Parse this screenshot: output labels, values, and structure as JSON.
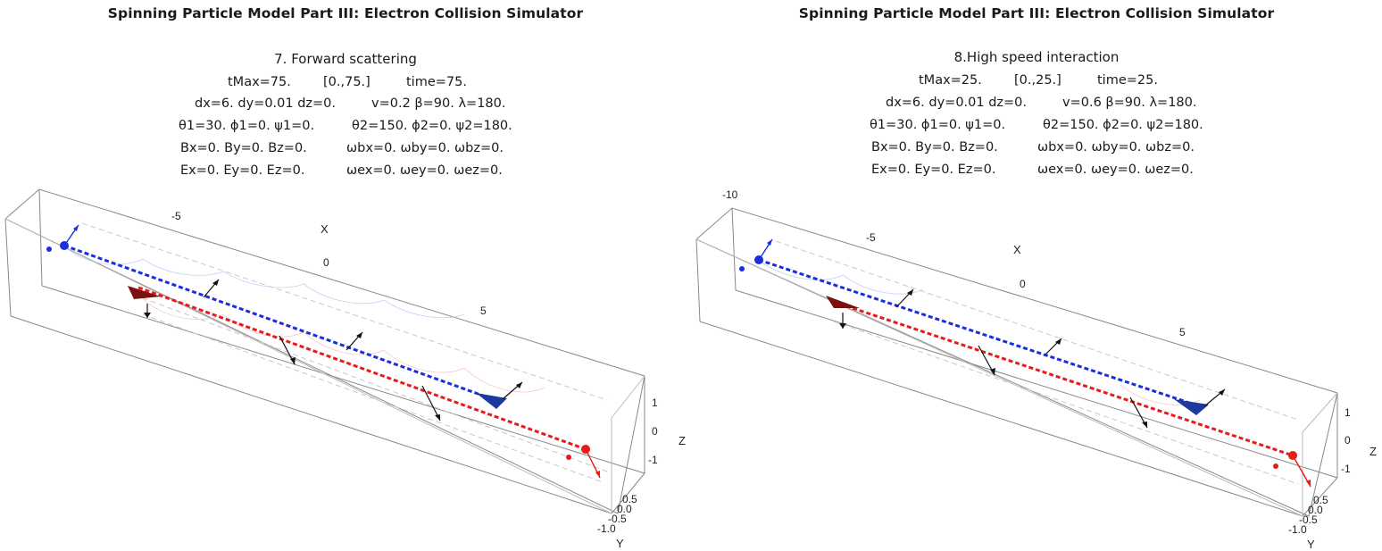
{
  "panels": [
    {
      "title": "Spinning Particle Model Part III: Electron Collision Simulator",
      "subtitle": "7. Forward scattering",
      "rows": [
        [
          "tMax=75.",
          "[0.,75.]",
          "time=75."
        ],
        [
          "dx=6. dy=0.01 dz=0.",
          "v=0.2 β=90. λ=180."
        ],
        [
          "θ1=30. ϕ1=0. ψ1=0.",
          "θ2=150. ϕ2=0. ψ2=180."
        ],
        [
          "Bx=0. By=0. Bz=0.",
          "ωbx=0. ωby=0. ωbz=0."
        ],
        [
          "Ex=0. Ey=0. Ez=0.",
          "ωex=0. ωey=0. ωez=0."
        ]
      ],
      "axes": {
        "x_label": "X",
        "x_ticks": [
          "-5",
          "0",
          "5"
        ],
        "y_label": "Y",
        "y_ticks": [
          "0.5",
          "0.0",
          "-0.5",
          "-1.0"
        ],
        "z_label": "Z",
        "z_ticks": [
          "1",
          "0",
          "-1"
        ]
      }
    },
    {
      "title": "Spinning Particle Model Part III: Electron Collision Simulator",
      "subtitle": "8.High speed interaction",
      "rows": [
        [
          "tMax=25.",
          "[0.,25.]",
          "time=25."
        ],
        [
          "dx=6. dy=0.01 dz=0.",
          "v=0.6 β=90. λ=180."
        ],
        [
          "θ1=30. ϕ1=0. ψ1=0.",
          "θ2=150. ϕ2=0. ψ2=180."
        ],
        [
          "Bx=0. By=0. Bz=0.",
          "ωbx=0. ωby=0. ωbz=0."
        ],
        [
          "Ex=0. Ey=0. Ez=0.",
          "ωex=0. ωey=0. ωez=0."
        ]
      ],
      "axes": {
        "x_label": "X",
        "x_ticks": [
          "-10",
          "-5",
          "0",
          "5"
        ],
        "y_label": "Y",
        "y_ticks": [
          "0.5",
          "0.0",
          "-0.5",
          "-1.0"
        ],
        "z_label": "Z",
        "z_ticks": [
          "1",
          "0",
          "-1"
        ]
      }
    }
  ],
  "colors": {
    "blue": "#1a2ee0",
    "red": "#e81a1a",
    "darkred": "#7a1010",
    "navy": "#1a3aa0"
  }
}
